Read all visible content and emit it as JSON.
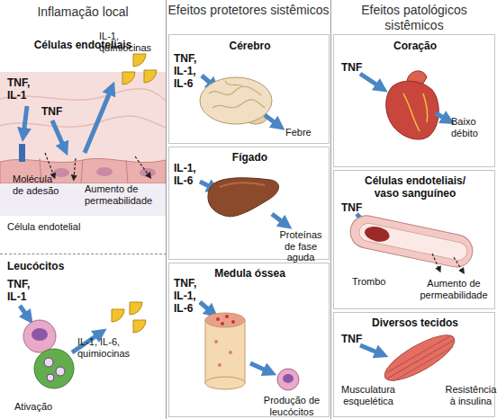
{
  "diagram": {
    "nodes": [
      {
        "text": [
          "Inflamação local"
        ]
      },
      {
        "text": [
          "Células endoteliais",
          "TNF, IL-1",
          "TNF",
          "IL-1, quimiocinas",
          "Molécula de adesão",
          "Aumento de permeabilidade",
          "Célula endotelial"
        ],
        "in": 0
      },
      {
        "text": [
          "Leucócitos",
          "TNF, IL-1",
          "IL-1, IL-6, quimiocinas",
          "Ativação"
        ],
        "in": 0
      },
      {
        "text": [
          "Efeitos protetores sistêmicos"
        ]
      },
      {
        "text": [
          "Cérebro",
          "TNF, IL-1, IL-6",
          "Febre"
        ],
        "in": 3
      },
      {
        "text": [
          "Fígado",
          "IL-1, IL-6",
          "Proteínas de fase aguda"
        ],
        "in": 3
      },
      {
        "text": [
          "Medula óssea",
          "TNF, IL-1, IL-6",
          "Produção de leucócitos"
        ],
        "in": 3
      },
      {
        "text": [
          "Efeitos patológicos sistêmicos"
        ]
      },
      {
        "text": [
          "Coração",
          "TNF",
          "Baixo débito"
        ],
        "in": 7
      },
      {
        "text": [
          "Células endoteliais/ vaso sanguíneo",
          "TNF",
          "Trombo",
          "Aumento de permeabilidade"
        ],
        "in": 7
      },
      {
        "text": [
          "Diversos tecidos",
          "TNF",
          "Musculatura esquelética",
          "Resistência à insulina"
        ],
        "in": 7
      }
    ]
  }
}
